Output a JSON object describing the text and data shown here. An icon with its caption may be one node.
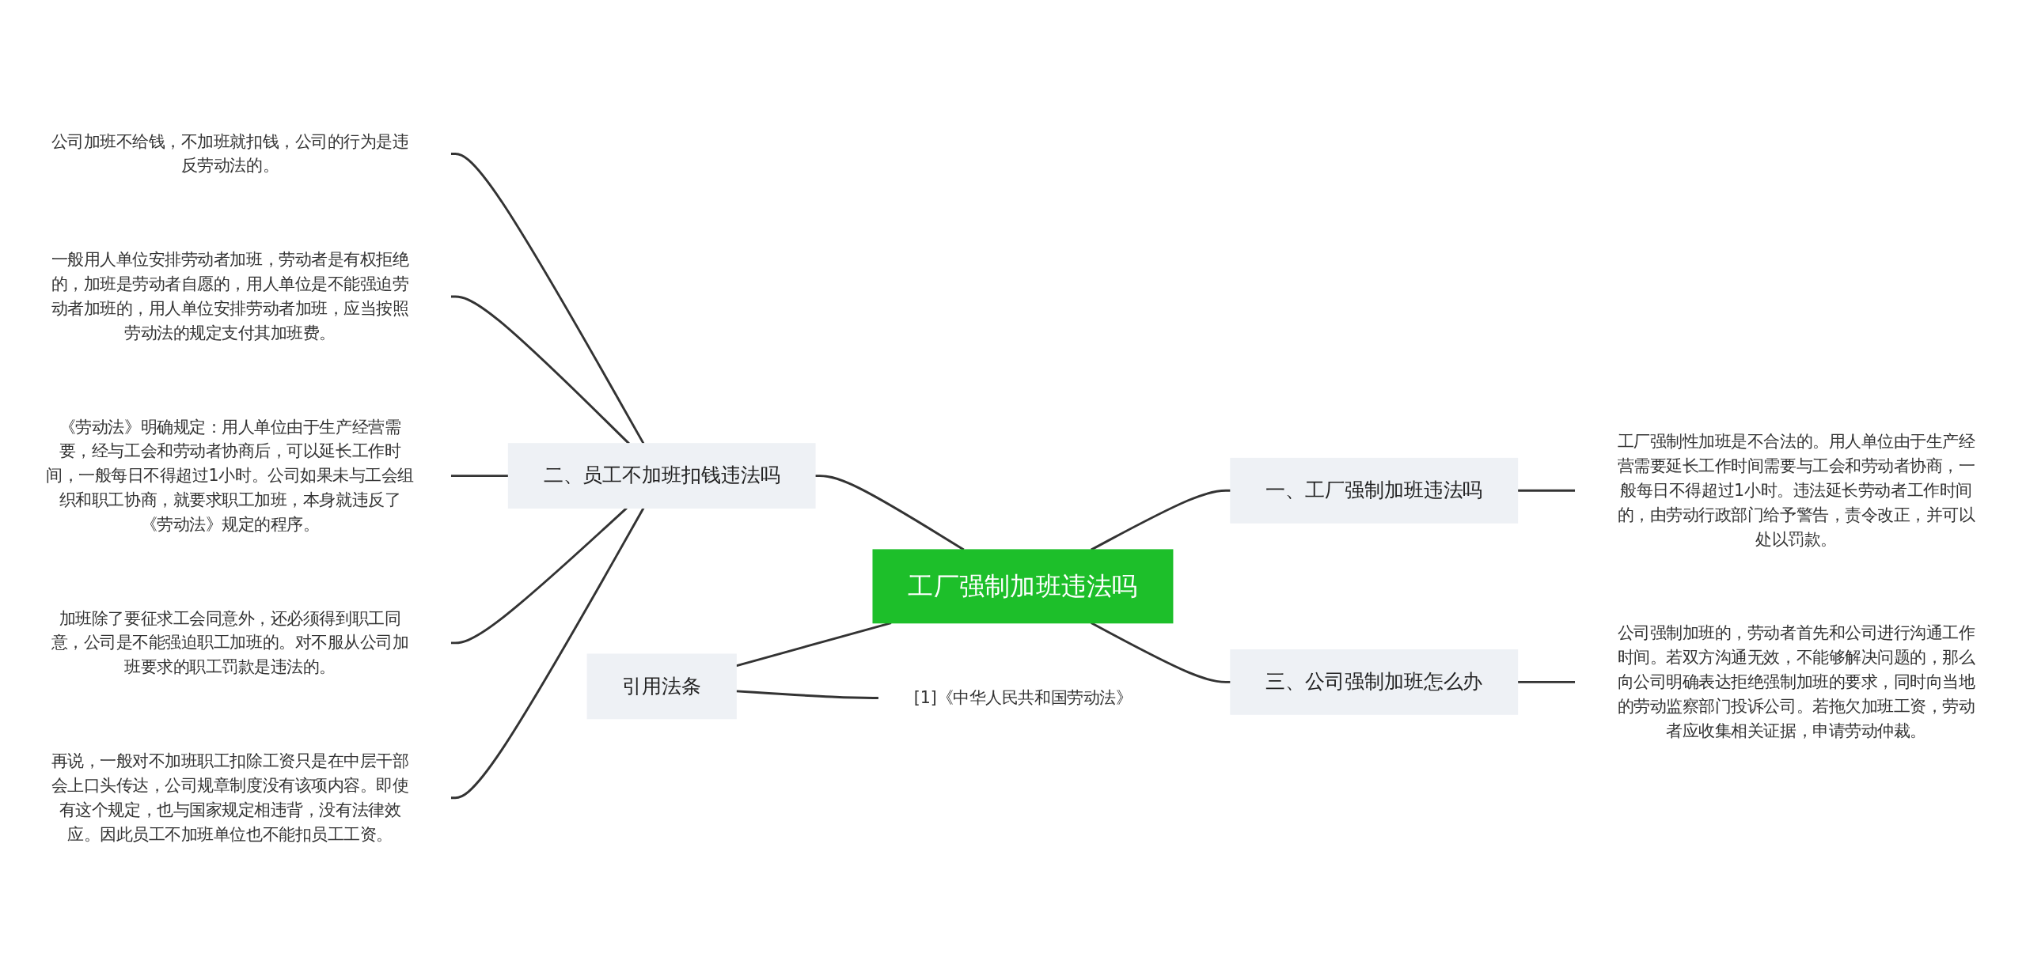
{
  "diagram": {
    "nodes": [
      {
        "text": [
          "工厂强制加班违法吗"
        ]
      },
      {
        "text": [
          "一、工厂强制加班违法吗"
        ]
      },
      {
        "text": [
          "工厂强制性加班是不合法的。用人单位由于生产经营需要延长工作时间需要与工会和劳动者协商，一般每日不得超过1小时。违法延长劳动者工作时间的，由劳动行政部门给予警告，责令改正，并可以处以罚款。"
        ]
      },
      {
        "text": [
          "三、公司强制加班怎么办"
        ]
      },
      {
        "text": [
          "公司强制加班的，劳动者首先和公司进行沟通工作时间。若双方沟通无效，不能够解决问题的，那么向公司明确表达拒绝强制加班的要求，同时向当地的劳动监察部门投诉公司。若拖欠加班工资，劳动者应收集相关证据，申请劳动仲裁。"
        ]
      },
      {
        "text": [
          "二、员工不加班扣钱违法吗"
        ]
      },
      {
        "text": [
          "公司加班不给钱，不加班就扣钱，公司的行为是违反劳动法的。"
        ]
      },
      {
        "text": [
          "一般用人单位安排劳动者加班，劳动者是有权拒绝的，加班是劳动者自愿的，用人单位是不能强迫劳动者加班的，用人单位安排劳动者加班，应当按照劳动法的规定支付其加班费。"
        ]
      },
      {
        "text": [
          "《劳动法》明确规定：用人单位由于生产经营需要，经与工会和劳动者协商后，可以延长工作时间，一般每日不得超过1小时。公司如果未与工会组织和职工协商，就要求职工加班，本身就违反了《劳动法》规定的程序。"
        ]
      },
      {
        "text": [
          "加班除了要征求工会同意外，还必须得到职工同意，公司是不能强迫职工加班的。对不服从公司加班要求的职工罚款是违法的。"
        ]
      },
      {
        "text": [
          "再说，一般对不加班职工扣除工资只是在中层干部会上口头传达，公司规章制度没有该项内容。即使有这个规定，也与国家规定相违背，没有法律效应。因此员工不加班单位也不能扣员工工资。"
        ]
      },
      {
        "text": [
          "引用法条"
        ]
      },
      {
        "text": [
          "[1]《中华人民共和国劳动法》"
        ]
      }
    ],
    "edges": [
      {
        "from": 0,
        "to": 1,
        "arrow": "none"
      },
      {
        "from": 1,
        "to": 2,
        "arrow": "none"
      },
      {
        "from": 0,
        "to": 3,
        "arrow": "none"
      },
      {
        "from": 3,
        "to": 4,
        "arrow": "none"
      },
      {
        "from": 0,
        "to": 5,
        "arrow": "none"
      },
      {
        "from": 5,
        "to": 6,
        "arrow": "none"
      },
      {
        "from": 5,
        "to": 7,
        "arrow": "none"
      },
      {
        "from": 5,
        "to": 8,
        "arrow": "none"
      },
      {
        "from": 5,
        "to": 9,
        "arrow": "none"
      },
      {
        "from": 5,
        "to": 10,
        "arrow": "none"
      },
      {
        "from": 0,
        "to": 11,
        "arrow": "none"
      },
      {
        "from": 11,
        "to": 12,
        "arrow": "none"
      }
    ]
  }
}
